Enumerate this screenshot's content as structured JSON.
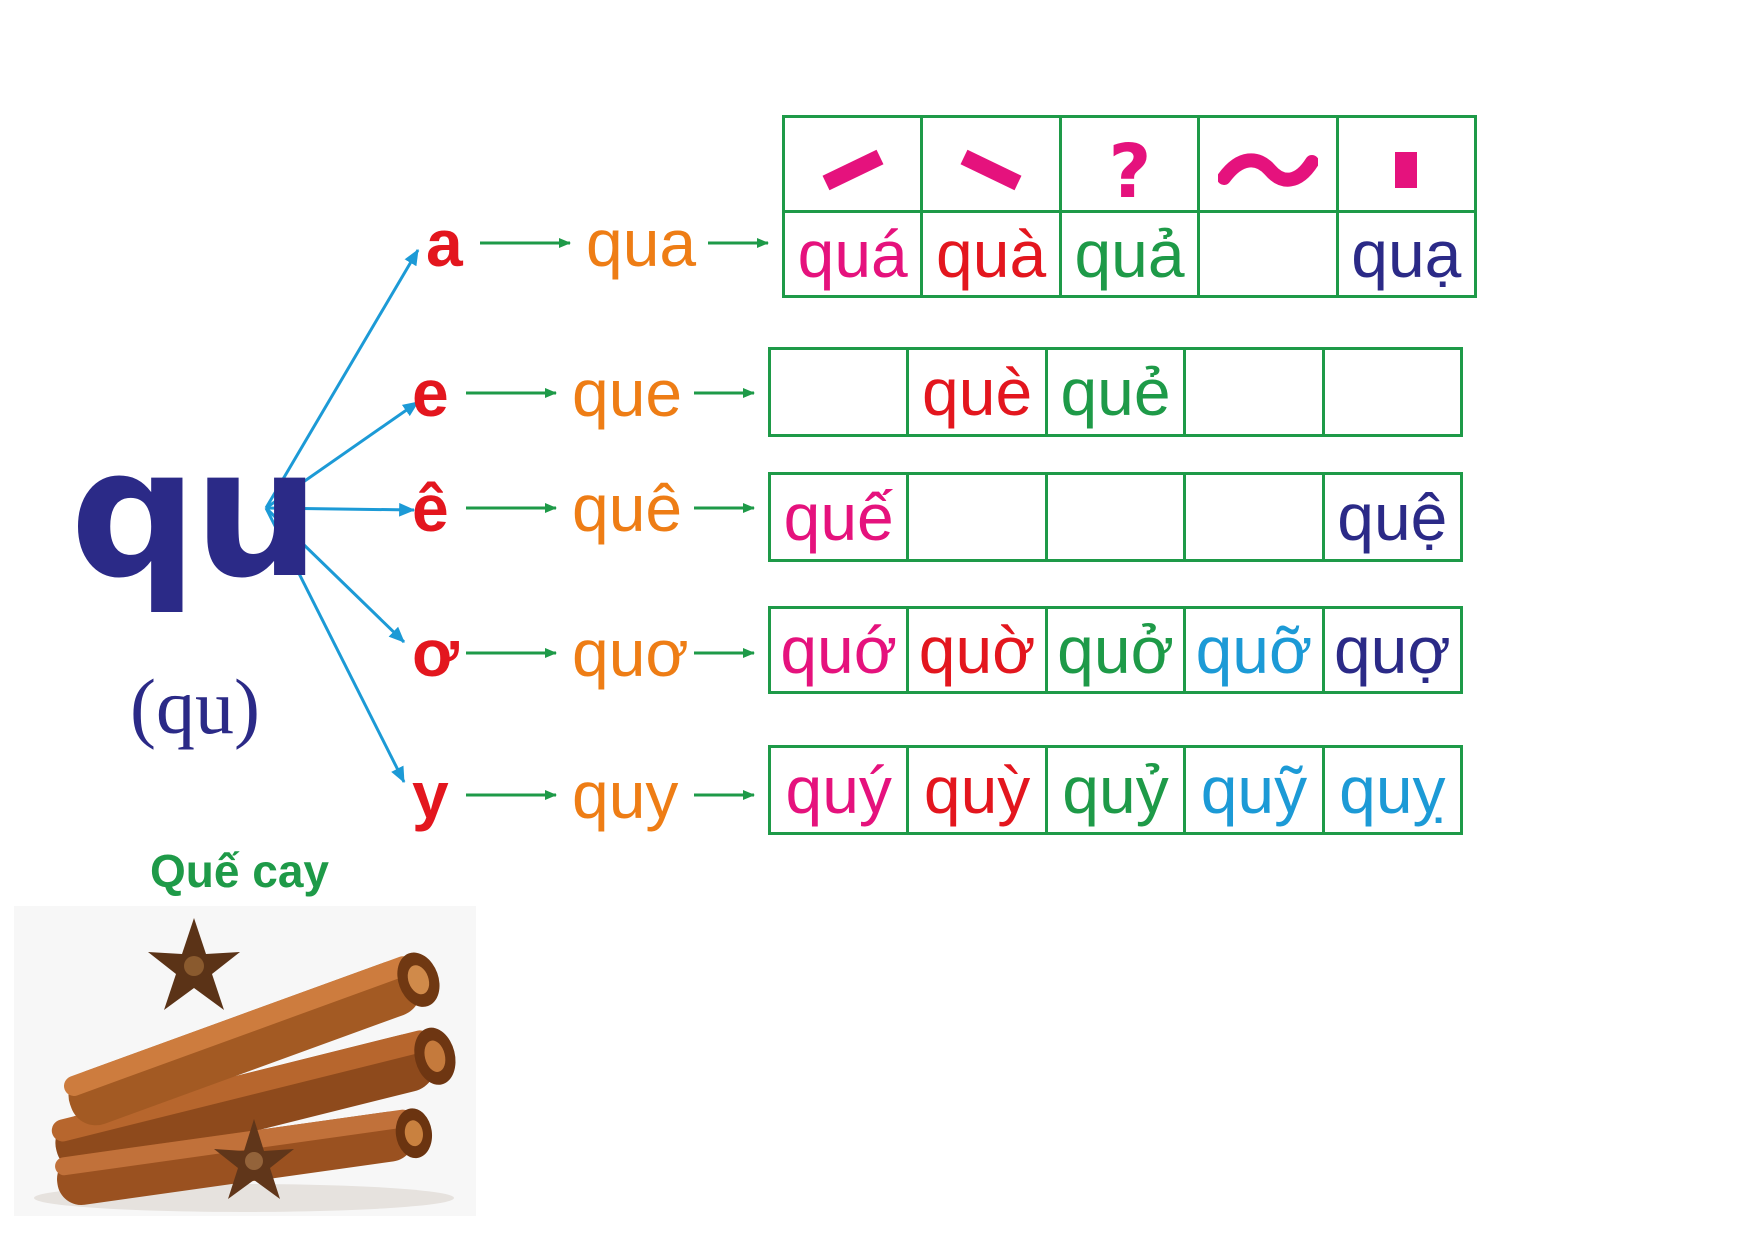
{
  "root": {
    "text": "qu",
    "sub": "(qu)"
  },
  "caption": "Quế cay",
  "colors": {
    "root": "#2b2a87",
    "vowel": "#e3161e",
    "syllable": "#ee7d15",
    "grid": "#1e9a48",
    "arrow_green": "#1e9a48",
    "arrow_blue": "#1c9ad6",
    "caption": "#1e9a48",
    "tone_mark": "#e5127d"
  },
  "tone_marks": [
    "sắc",
    "huyền",
    "hỏi",
    "ngã",
    "nặng"
  ],
  "rows": [
    {
      "vowel": "a",
      "syllable": "qua",
      "cells": [
        {
          "text": "quá",
          "color": "#e5127d"
        },
        {
          "text": "quà",
          "color": "#e3161e"
        },
        {
          "text": "quả",
          "color": "#1e9a48"
        },
        {
          "text": "",
          "color": "#000000"
        },
        {
          "text": "quạ",
          "color": "#2b2a87"
        }
      ]
    },
    {
      "vowel": "e",
      "syllable": "que",
      "cells": [
        {
          "text": "",
          "color": "#000000"
        },
        {
          "text": "què",
          "color": "#e3161e"
        },
        {
          "text": "quẻ",
          "color": "#1e9a48"
        },
        {
          "text": "",
          "color": "#000000"
        },
        {
          "text": "",
          "color": "#000000"
        }
      ]
    },
    {
      "vowel": "ê",
      "syllable": "quê",
      "cells": [
        {
          "text": "quế",
          "color": "#e5127d"
        },
        {
          "text": "",
          "color": "#000000"
        },
        {
          "text": "",
          "color": "#000000"
        },
        {
          "text": "",
          "color": "#000000"
        },
        {
          "text": "quệ",
          "color": "#2b2a87"
        }
      ]
    },
    {
      "vowel": "ơ",
      "syllable": "quơ",
      "cells": [
        {
          "text": "quớ",
          "color": "#e5127d"
        },
        {
          "text": "quờ",
          "color": "#e3161e"
        },
        {
          "text": "quở",
          "color": "#1e9a48"
        },
        {
          "text": "quỡ",
          "color": "#1c9ad6"
        },
        {
          "text": "quợ",
          "color": "#2b2a87"
        }
      ]
    },
    {
      "vowel": "y",
      "syllable": "quy",
      "cells": [
        {
          "text": "quý",
          "color": "#e5127d"
        },
        {
          "text": "quỳ",
          "color": "#e3161e"
        },
        {
          "text": "quỷ",
          "color": "#1e9a48"
        },
        {
          "text": "quỹ",
          "color": "#1c9ad6"
        },
        {
          "text": "quỵ",
          "color": "#1c9ad6"
        }
      ]
    }
  ]
}
